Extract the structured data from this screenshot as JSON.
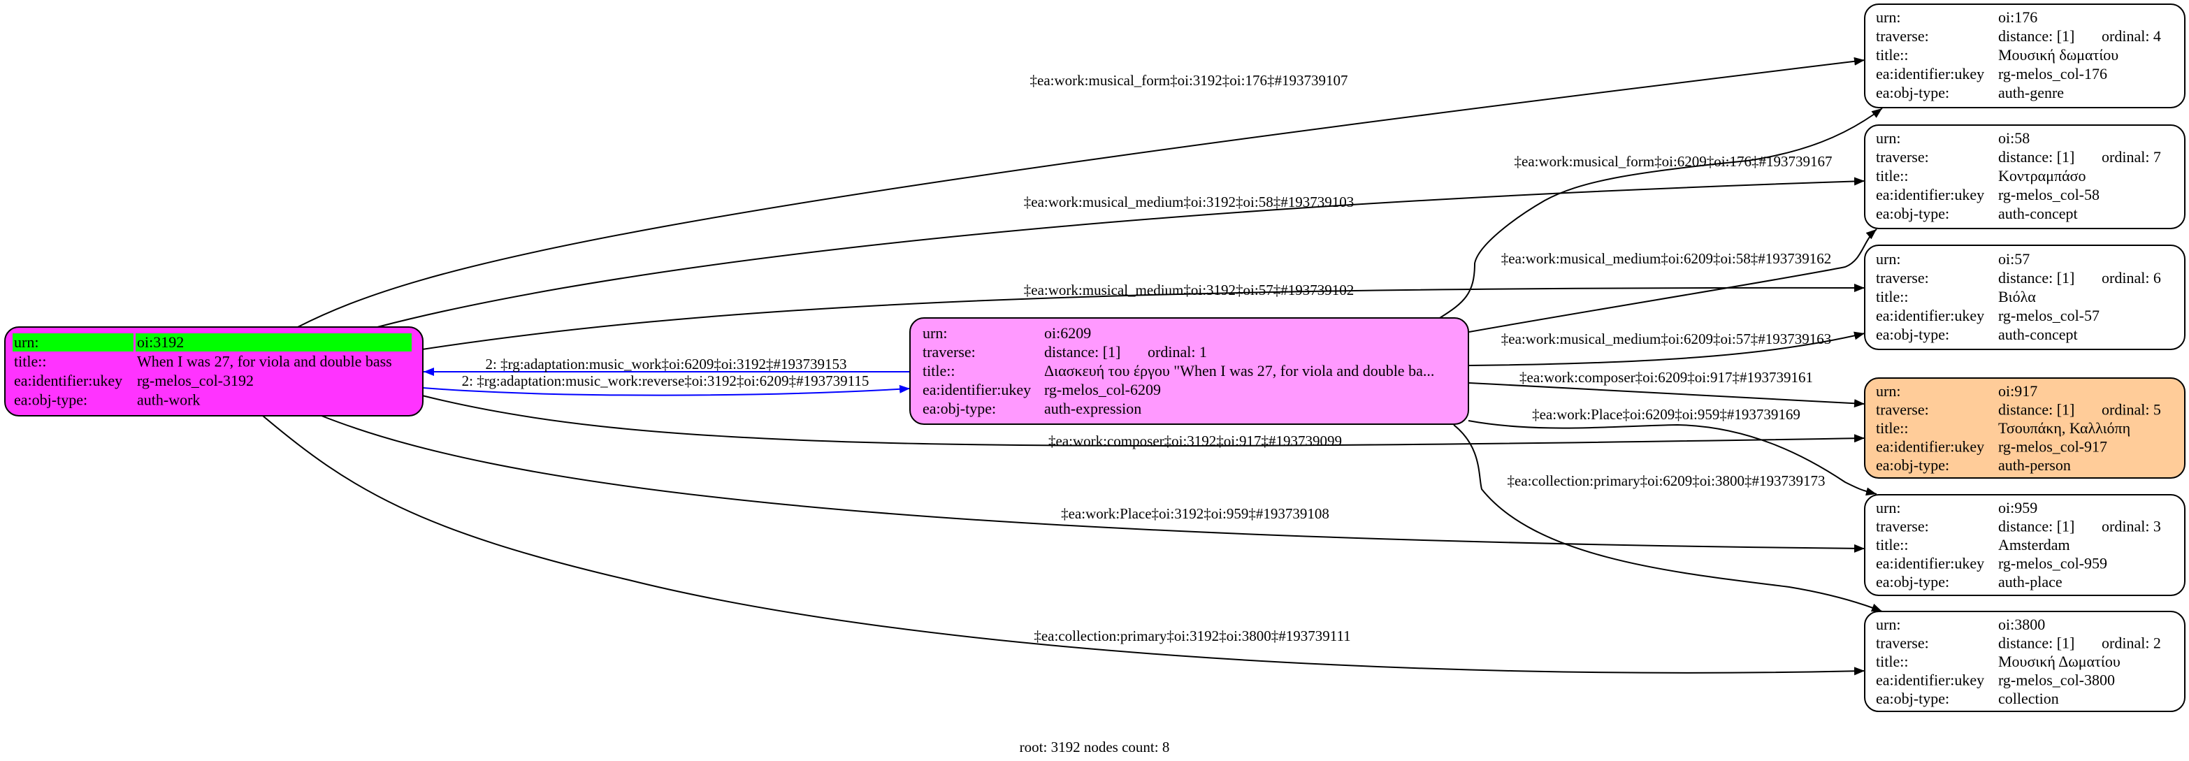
{
  "graph": {
    "footer": "root: 3192 nodes count: 8"
  },
  "colors": {
    "root_fill": "#ff33ff",
    "root_highlight": "#00ff00",
    "expression_fill": "#ff99ff",
    "person_fill": "#ffcc99",
    "default_fill": "#ffffff",
    "edge": "#000000",
    "adaptation_edge": "#0000ff"
  },
  "nodes": [
    {
      "id": "3192",
      "fill": "#ff33ff",
      "highlight": "#00ff00",
      "rows": [
        [
          "urn:",
          "oi:3192"
        ],
        [
          "title::",
          "When I was 27, for viola and double bass"
        ],
        [
          "ea:identifier:ukey",
          "rg-melos_col-3192"
        ],
        [
          "ea:obj-type:",
          "auth-work"
        ]
      ]
    },
    {
      "id": "6209",
      "fill": "#ff99ff",
      "rows": [
        [
          "urn:",
          "oi:6209"
        ],
        [
          "traverse:",
          "distance: [1]",
          "ordinal: 1"
        ],
        [
          "title::",
          "Διασκευή του έργου \"When I was 27, for viola and double ba..."
        ],
        [
          "ea:identifier:ukey",
          "rg-melos_col-6209"
        ],
        [
          "ea:obj-type:",
          "auth-expression"
        ]
      ]
    },
    {
      "id": "176",
      "fill": "#ffffff",
      "rows": [
        [
          "urn:",
          "oi:176"
        ],
        [
          "traverse:",
          "distance: [1]",
          "ordinal: 4"
        ],
        [
          "title::",
          "Μουσική δωματίου"
        ],
        [
          "ea:identifier:ukey",
          "rg-melos_col-176"
        ],
        [
          "ea:obj-type:",
          "auth-genre"
        ]
      ]
    },
    {
      "id": "58",
      "fill": "#ffffff",
      "rows": [
        [
          "urn:",
          "oi:58"
        ],
        [
          "traverse:",
          "distance: [1]",
          "ordinal: 7"
        ],
        [
          "title::",
          "Κοντραμπάσο"
        ],
        [
          "ea:identifier:ukey",
          "rg-melos_col-58"
        ],
        [
          "ea:obj-type:",
          "auth-concept"
        ]
      ]
    },
    {
      "id": "57",
      "fill": "#ffffff",
      "rows": [
        [
          "urn:",
          "oi:57"
        ],
        [
          "traverse:",
          "distance: [1]",
          "ordinal: 6"
        ],
        [
          "title::",
          "Βιόλα"
        ],
        [
          "ea:identifier:ukey",
          "rg-melos_col-57"
        ],
        [
          "ea:obj-type:",
          "auth-concept"
        ]
      ]
    },
    {
      "id": "917",
      "fill": "#ffcc99",
      "rows": [
        [
          "urn:",
          "oi:917"
        ],
        [
          "traverse:",
          "distance: [1]",
          "ordinal: 5"
        ],
        [
          "title::",
          "Τσουπάκη, Καλλιόπη"
        ],
        [
          "ea:identifier:ukey",
          "rg-melos_col-917"
        ],
        [
          "ea:obj-type:",
          "auth-person"
        ]
      ]
    },
    {
      "id": "959",
      "fill": "#ffffff",
      "rows": [
        [
          "urn:",
          "oi:959"
        ],
        [
          "traverse:",
          "distance: [1]",
          "ordinal: 3"
        ],
        [
          "title::",
          "Amsterdam"
        ],
        [
          "ea:identifier:ukey",
          "rg-melos_col-959"
        ],
        [
          "ea:obj-type:",
          "auth-place"
        ]
      ]
    },
    {
      "id": "3800",
      "fill": "#ffffff",
      "rows": [
        [
          "urn:",
          "oi:3800"
        ],
        [
          "traverse:",
          "distance: [1]",
          "ordinal: 2"
        ],
        [
          "title::",
          "Μουσική Δωματίου"
        ],
        [
          "ea:identifier:ukey",
          "rg-melos_col-3800"
        ],
        [
          "ea:obj-type:",
          "collection"
        ]
      ]
    }
  ],
  "edges": [
    {
      "from": "3192",
      "to": "176",
      "label": "‡ea:work:musical_form‡oi:3192‡oi:176‡#193739107"
    },
    {
      "from": "3192",
      "to": "58",
      "label": "‡ea:work:musical_medium‡oi:3192‡oi:58‡#193739103"
    },
    {
      "from": "3192",
      "to": "57",
      "label": "‡ea:work:musical_medium‡oi:3192‡oi:57‡#193739102"
    },
    {
      "from": "6209",
      "to": "3192",
      "label": "2: ‡rg:adaptation:music_work‡oi:6209‡oi:3192‡#193739153"
    },
    {
      "from": "3192",
      "to": "6209",
      "label": "2: ‡rg:adaptation:music_work:reverse‡oi:3192‡oi:6209‡#193739115"
    },
    {
      "from": "3192",
      "to": "917",
      "label": "‡ea:work:composer‡oi:3192‡oi:917‡#193739099"
    },
    {
      "from": "3192",
      "to": "959",
      "label": "‡ea:work:Place‡oi:3192‡oi:959‡#193739108"
    },
    {
      "from": "3192",
      "to": "3800",
      "label": "‡ea:collection:primary‡oi:3192‡oi:3800‡#193739111"
    },
    {
      "from": "6209",
      "to": "176",
      "label": "‡ea:work:musical_form‡oi:6209‡oi:176‡#193739167"
    },
    {
      "from": "6209",
      "to": "58",
      "label": "‡ea:work:musical_medium‡oi:6209‡oi:58‡#193739162"
    },
    {
      "from": "6209",
      "to": "57",
      "label": "‡ea:work:musical_medium‡oi:6209‡oi:57‡#193739163"
    },
    {
      "from": "6209",
      "to": "917",
      "label": "‡ea:work:composer‡oi:6209‡oi:917‡#193739161"
    },
    {
      "from": "6209",
      "to": "959",
      "label": "‡ea:work:Place‡oi:6209‡oi:959‡#193739169"
    },
    {
      "from": "6209",
      "to": "3800",
      "label": "‡ea:collection:primary‡oi:6209‡oi:3800‡#193739173"
    }
  ]
}
